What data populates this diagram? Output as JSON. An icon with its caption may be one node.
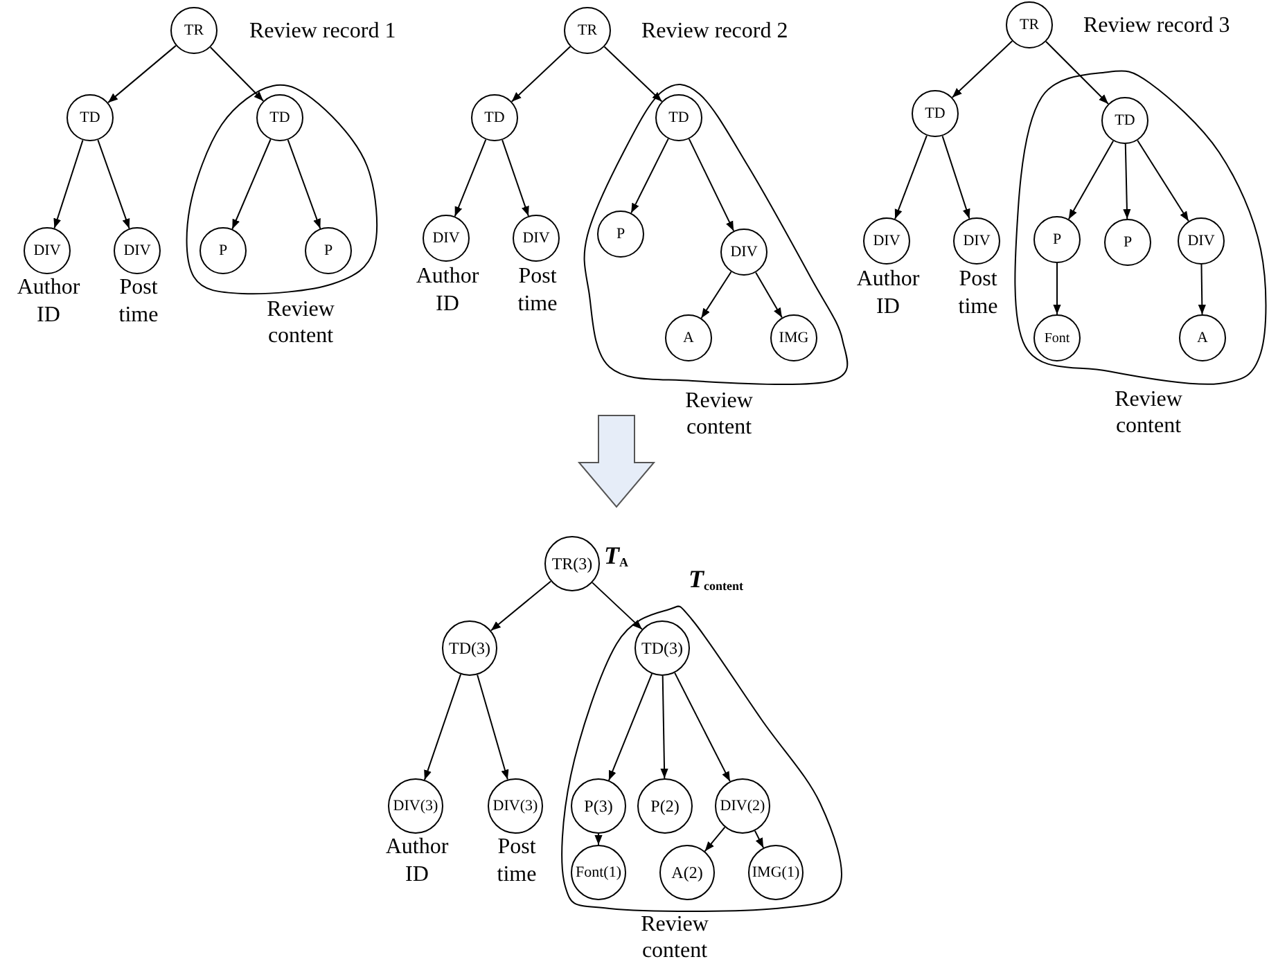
{
  "diagram": {
    "nodes": [
      {
        "text": [
          "TR"
        ],
        "beside": [
          "Review record 1"
        ]
      },
      {
        "text": [
          "TD"
        ]
      },
      {
        "text": [
          "Review content"
        ]
      },
      {
        "text": [
          "TD"
        ],
        "in": 2
      },
      {
        "text": [
          "DIV"
        ],
        "beside": [
          "Author ID"
        ]
      },
      {
        "text": [
          "DIV"
        ],
        "beside": [
          "Post time"
        ]
      },
      {
        "text": [
          "P"
        ],
        "in": 2
      },
      {
        "text": [
          "P"
        ],
        "in": 2
      },
      {
        "text": [
          "TR"
        ],
        "beside": [
          "Review record 2"
        ]
      },
      {
        "text": [
          "TD"
        ]
      },
      {
        "text": [
          "Review content"
        ]
      },
      {
        "text": [
          "TD"
        ],
        "in": 10
      },
      {
        "text": [
          "DIV"
        ],
        "beside": [
          "Author ID"
        ]
      },
      {
        "text": [
          "DIV"
        ],
        "beside": [
          "Post time"
        ]
      },
      {
        "text": [
          "P"
        ],
        "in": 10
      },
      {
        "text": [
          "DIV"
        ],
        "in": 10
      },
      {
        "text": [
          "A"
        ],
        "in": 10
      },
      {
        "text": [
          "IMG"
        ],
        "in": 10
      },
      {
        "text": [
          "TR"
        ],
        "beside": [
          "Review record 3"
        ]
      },
      {
        "text": [
          "TD"
        ]
      },
      {
        "text": [
          "Review content"
        ]
      },
      {
        "text": [
          "TD"
        ],
        "in": 20
      },
      {
        "text": [
          "DIV"
        ],
        "beside": [
          "Author ID"
        ]
      },
      {
        "text": [
          "DIV"
        ],
        "beside": [
          "Post time"
        ]
      },
      {
        "text": [
          "P"
        ],
        "in": 20
      },
      {
        "text": [
          "P"
        ],
        "in": 20
      },
      {
        "text": [
          "DIV"
        ],
        "in": 20
      },
      {
        "text": [
          "Font"
        ],
        "in": 20
      },
      {
        "text": [
          "A"
        ],
        "in": 20
      },
      {
        "text": [
          "TR(3)"
        ],
        "beside": [
          "T$_{A}$"
        ]
      },
      {
        "text": [
          "TD(3)"
        ]
      },
      {
        "text": [
          "Review content"
        ],
        "beside": [
          "T$_{content}$"
        ]
      },
      {
        "text": [
          "TD(3)"
        ],
        "in": 31
      },
      {
        "text": [
          "DIV(3)"
        ],
        "beside": [
          "Author ID"
        ]
      },
      {
        "text": [
          "DIV(3)"
        ],
        "beside": [
          "Post time"
        ]
      },
      {
        "text": [
          "P(3)"
        ],
        "in": 31
      },
      {
        "text": [
          "P(2)"
        ],
        "in": 31
      },
      {
        "text": [
          "DIV(2)"
        ],
        "in": 31
      },
      {
        "text": [
          "Font(1)"
        ],
        "in": 31
      },
      {
        "text": [
          "A(2)"
        ],
        "in": 31
      },
      {
        "text": [
          "IMG(1)"
        ],
        "in": 31
      }
    ],
    "edges": [
      {
        "from": 0,
        "to": 1,
        "arrow": "to"
      },
      {
        "from": 0,
        "to": 3,
        "arrow": "to"
      },
      {
        "from": 1,
        "to": 4,
        "arrow": "to"
      },
      {
        "from": 1,
        "to": 5,
        "arrow": "to"
      },
      {
        "from": 3,
        "to": 6,
        "arrow": "to"
      },
      {
        "from": 3,
        "to": 7,
        "arrow": "to"
      },
      {
        "from": 8,
        "to": 9,
        "arrow": "to"
      },
      {
        "from": 8,
        "to": 11,
        "arrow": "to"
      },
      {
        "from": 9,
        "to": 12,
        "arrow": "to"
      },
      {
        "from": 9,
        "to": 13,
        "arrow": "to"
      },
      {
        "from": 11,
        "to": 14,
        "arrow": "to"
      },
      {
        "from": 11,
        "to": 15,
        "arrow": "to"
      },
      {
        "from": 15,
        "to": 16,
        "arrow": "to"
      },
      {
        "from": 15,
        "to": 17,
        "arrow": "to"
      },
      {
        "from": 18,
        "to": 19,
        "arrow": "to"
      },
      {
        "from": 18,
        "to": 21,
        "arrow": "to"
      },
      {
        "from": 19,
        "to": 22,
        "arrow": "to"
      },
      {
        "from": 19,
        "to": 23,
        "arrow": "to"
      },
      {
        "from": 21,
        "to": 24,
        "arrow": "to"
      },
      {
        "from": 21,
        "to": 25,
        "arrow": "to"
      },
      {
        "from": 21,
        "to": 26,
        "arrow": "to"
      },
      {
        "from": 24,
        "to": 27,
        "arrow": "to"
      },
      {
        "from": 26,
        "to": 28,
        "arrow": "to"
      },
      {
        "from": 29,
        "to": 30,
        "arrow": "to"
      },
      {
        "from": 29,
        "to": 32,
        "arrow": "to"
      },
      {
        "from": 30,
        "to": 33,
        "arrow": "to"
      },
      {
        "from": 30,
        "to": 34,
        "arrow": "to"
      },
      {
        "from": 32,
        "to": 35,
        "arrow": "to"
      },
      {
        "from": 32,
        "to": 36,
        "arrow": "to"
      },
      {
        "from": 32,
        "to": 37,
        "arrow": "to"
      },
      {
        "from": 35,
        "to": 38,
        "arrow": "to"
      },
      {
        "from": 37,
        "to": 39,
        "arrow": "to"
      },
      {
        "from": 37,
        "to": 40,
        "arrow": "to"
      }
    ]
  }
}
